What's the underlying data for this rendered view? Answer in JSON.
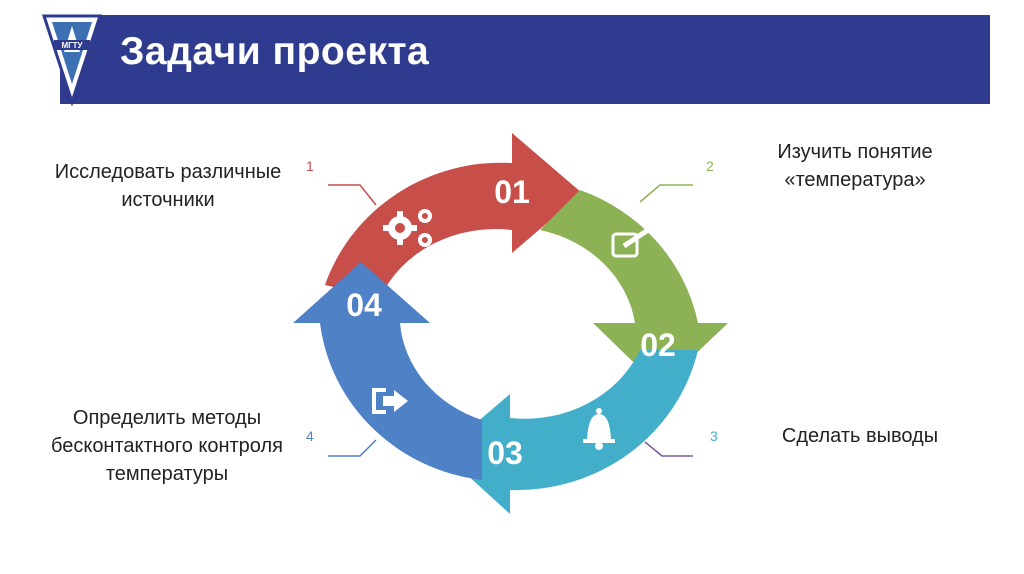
{
  "header": {
    "title": "Задачи проекта",
    "logo_text": "МГТУ"
  },
  "colors": {
    "header_bg": "#2e3b8e",
    "step1": "#c84e4a",
    "step2": "#8db255",
    "step3": "#43aec9",
    "step4": "#4f81c7"
  },
  "steps": [
    {
      "number": "01",
      "index": "1",
      "text_lines": [
        "Исследовать различные",
        "источники"
      ],
      "icon": "gears-icon"
    },
    {
      "number": "02",
      "index": "2",
      "text_lines": [
        "Изучить понятие",
        "«температура»"
      ],
      "icon": "edit-icon"
    },
    {
      "number": "03",
      "index": "3",
      "text_lines": [
        "Сделать выводы"
      ],
      "icon": "bell-icon"
    },
    {
      "number": "04",
      "index": "4",
      "text_lines": [
        "Определить методы",
        "бесконтактного контроля",
        "температуры"
      ],
      "icon": "sign-out-icon"
    }
  ]
}
